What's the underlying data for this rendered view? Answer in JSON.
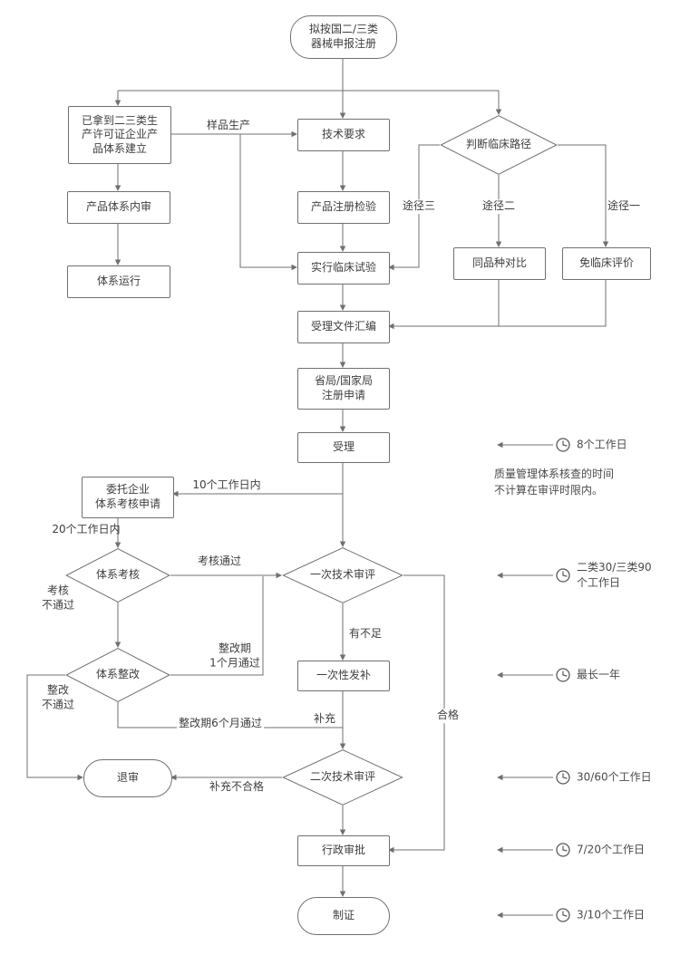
{
  "nodes": {
    "start": "拟按国二/三类\n器械申报注册",
    "license": "已拿到二三类生\n产许可证企业产\n品体系建立",
    "internal_audit": "产品体系内审",
    "system_run": "体系运行",
    "tech_requirements": "技术要求",
    "registration_test": "产品注册检验",
    "clinical_trial": "实行临床试验",
    "clinical_path": "判断临床路径",
    "same_type_compare": "同品种对比",
    "no_clinical_eval": "免临床评价",
    "doc_compile": "受理文件汇编",
    "registration_apply": "省局/国家局\n注册申请",
    "accept": "受理",
    "entrust_apply": "委托企业\n体系考核申请",
    "system_check": "体系考核",
    "system_rectify": "体系整改",
    "first_review": "一次技术审评",
    "supplement": "一次性发补",
    "second_review": "二次技术审评",
    "reject": "退审",
    "admin_approval": "行政审批",
    "certificate": "制证"
  },
  "edge_labels": {
    "sample_production": "样品生产",
    "path3": "途径三",
    "path2": "途径二",
    "path1": "途径一",
    "within_10_days": "10个工作日内",
    "within_20_days": "20个工作日内",
    "check_pass": "考核通过",
    "check_fail": "考核\n不通过",
    "rectify_1month_pass": "整改期\n1个月通过",
    "rectify_fail": "整改\n不通过",
    "rectify_6month_pass": "整改期6个月通过",
    "deficient": "有不足",
    "supplement_label": "补充",
    "qualified": "合格",
    "supplement_fail": "补充不合格"
  },
  "annotations": {
    "accept_days": "8个工作日",
    "accept_note": "质量管理体系核查的时间\n不计算在审评时限内。",
    "first_review_days": "二类30/三类90\n个工作日",
    "supplement_days": "最长一年",
    "second_review_days": "30/60个工作日",
    "admin_days": "7/20个工作日",
    "cert_days": "3/10个工作日"
  },
  "colors": {
    "line": "#707070",
    "text": "#3f3f3f",
    "box_fill": "#ffffff"
  }
}
